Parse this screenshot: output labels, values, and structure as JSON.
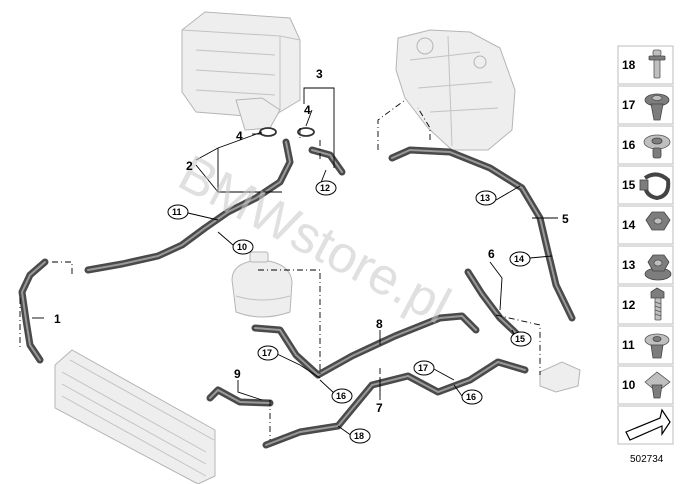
{
  "watermark": "BMWstore.pl",
  "diagram_id": "502734",
  "callouts": [
    "1",
    "2",
    "3",
    "4",
    "4",
    "5",
    "6",
    "7",
    "8",
    "9"
  ],
  "circled": [
    "11",
    "10",
    "12",
    "13",
    "14",
    "15",
    "17",
    "16",
    "17",
    "16",
    "18"
  ],
  "legend": [
    "18",
    "17",
    "16",
    "15",
    "14",
    "13",
    "12",
    "11",
    "10"
  ]
}
